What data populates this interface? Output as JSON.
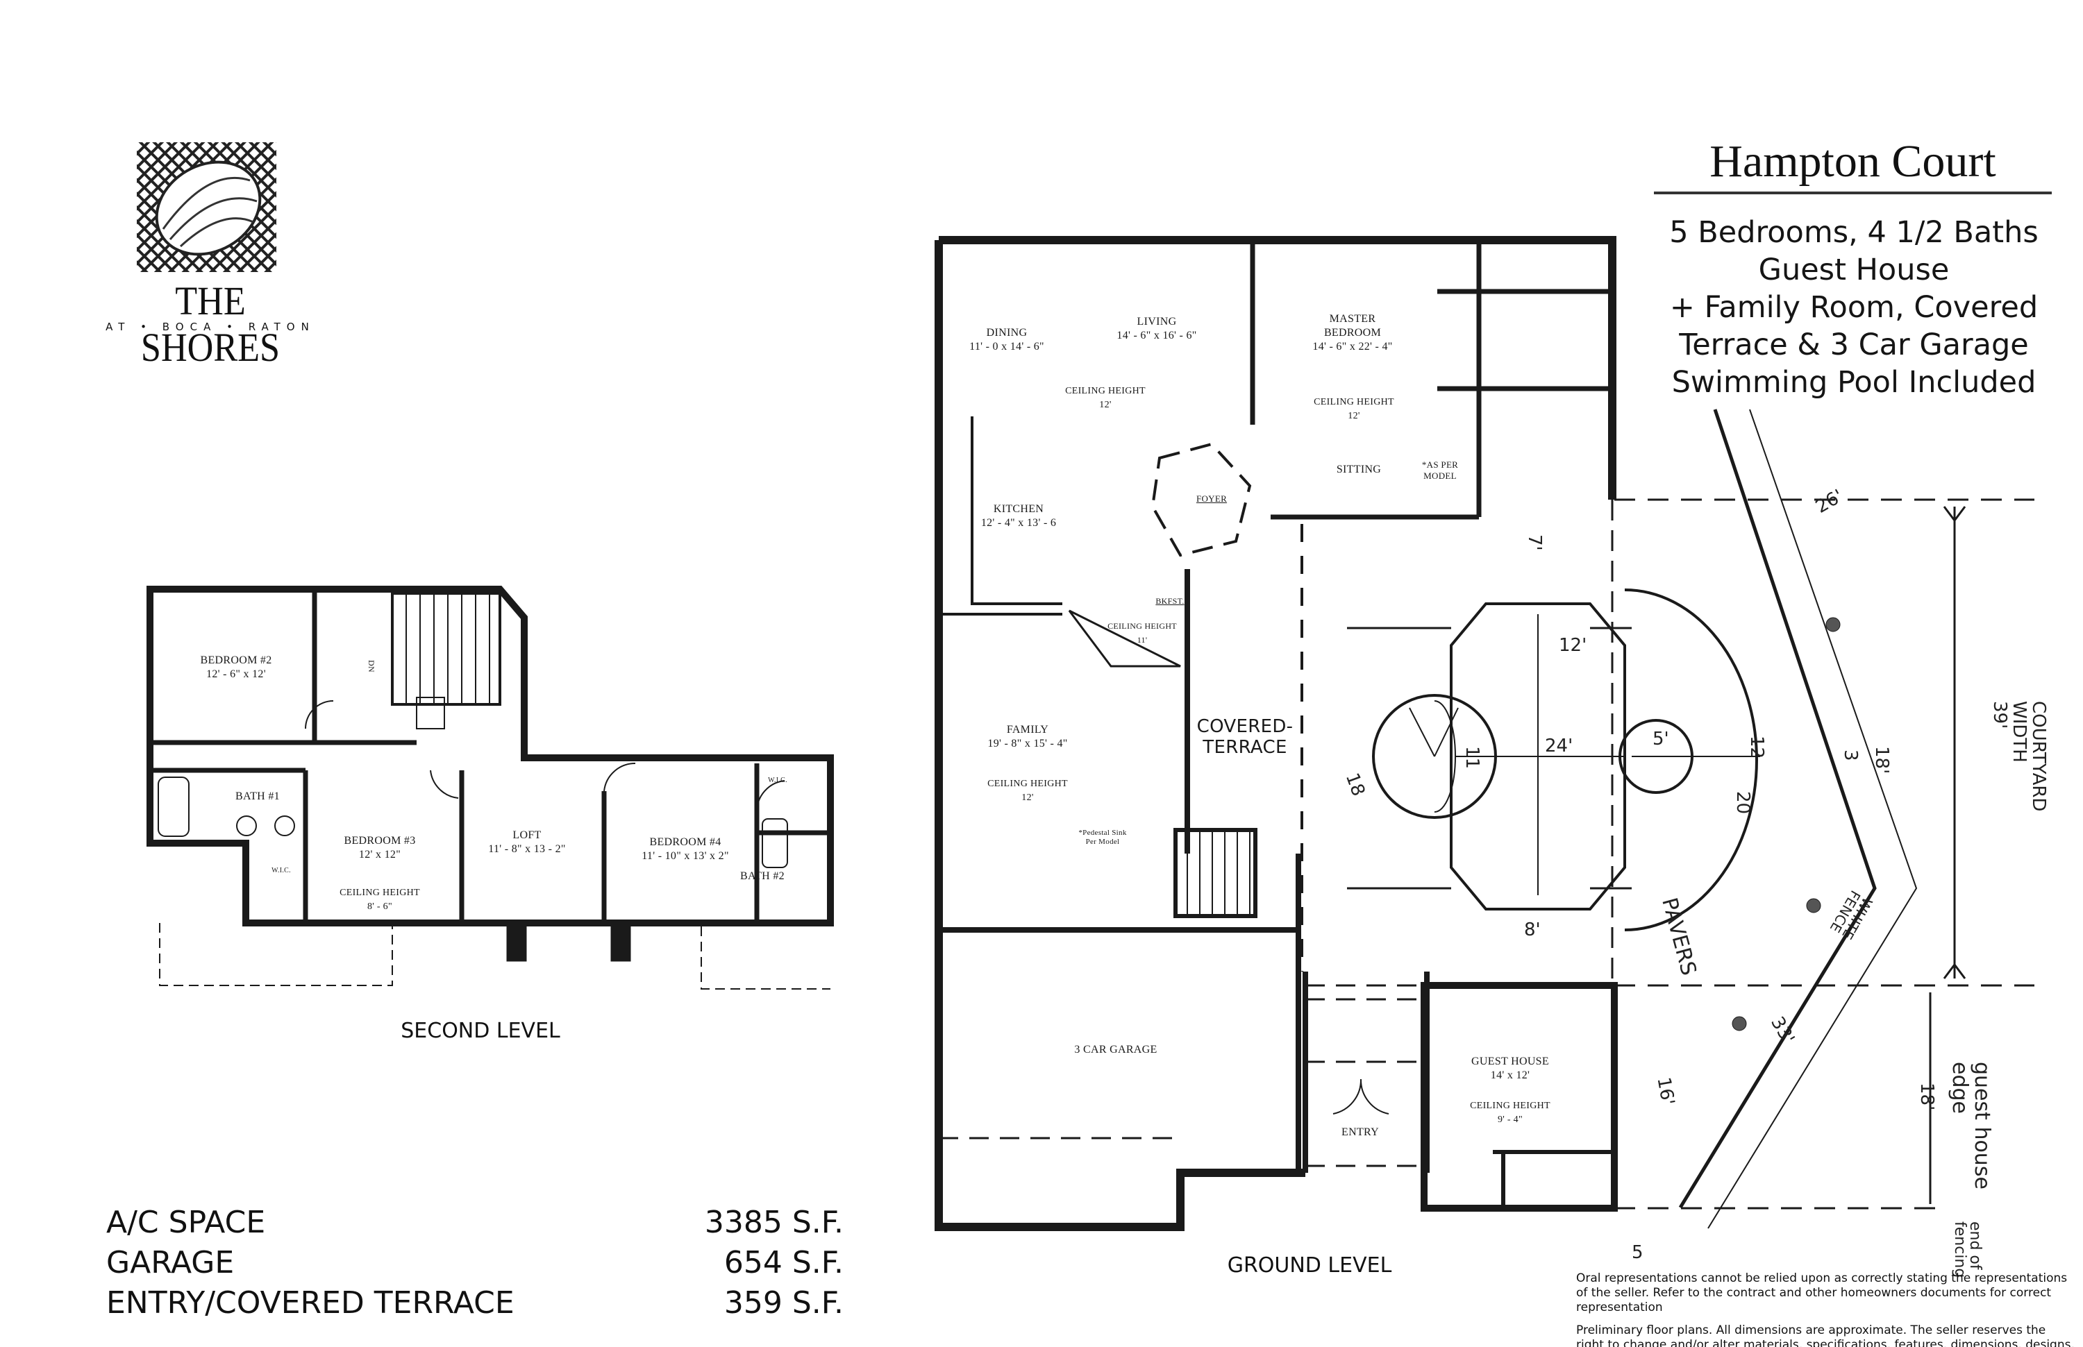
{
  "logo": {
    "name": "THE SHORES",
    "subtitle": "AT • BOCA • RATON"
  },
  "header": {
    "title": "Hampton Court",
    "features": [
      "5 Bedrooms, 4 1/2 Baths",
      "Guest House",
      "+ Family Room, Covered",
      "Terrace & 3 Car Garage",
      "Swimming Pool Included"
    ]
  },
  "levels": {
    "second": "SECOND LEVEL",
    "ground": "GROUND LEVEL"
  },
  "second_level_rooms": {
    "bedroom2": {
      "name": "BEDROOM #2",
      "size": "12' - 6\" x 12'"
    },
    "bath1": {
      "name": "BATH #1"
    },
    "bedroom3": {
      "name": "BEDROOM #3",
      "size": "12' x 12\"",
      "ceiling_label": "CEILING HEIGHT",
      "ceiling": "8' - 6\""
    },
    "loft": {
      "name": "LOFT",
      "size": "11' - 8\" x 13 - 2\""
    },
    "bedroom4": {
      "name": "BEDROOM #4",
      "size": "11' - 10\" x 13' x 2\""
    },
    "bath2": {
      "name": "BATH #2"
    },
    "wic": "W.I.C.",
    "dn": "DN"
  },
  "ground_level_rooms": {
    "dining": {
      "name": "DINING",
      "size": "11' - 0 x 14' - 6\""
    },
    "living": {
      "name": "LIVING",
      "size": "14' - 6\" x 16' - 6\"",
      "ceiling_label": "CEILING HEIGHT",
      "ceiling": "12'"
    },
    "master": {
      "name1": "MASTER",
      "name2": "BEDROOM",
      "size": "14' - 6\" x 22' - 4\"",
      "ceiling_label": "CEILING HEIGHT",
      "ceiling": "12'"
    },
    "sitting": {
      "name": "SITTING"
    },
    "as_per_model": {
      "line1": "*AS PER",
      "line2": "MODEL"
    },
    "foyer": {
      "name": "FOYER"
    },
    "kitchen": {
      "name": "KITCHEN",
      "size": "12' - 4\" x 13' - 6"
    },
    "bkfst": {
      "name": "BKFST.",
      "ceiling_label": "CEILING HEIGHT",
      "ceiling": "11'"
    },
    "family": {
      "name": "FAMILY",
      "size": "19' - 8\" x 15' - 4\"",
      "ceiling_label": "CEILING HEIGHT",
      "ceiling": "12'"
    },
    "covered_terrace": {
      "line1": "COVERED-",
      "line2": "TERRACE"
    },
    "pedestal": {
      "line1": "*Pedestal Sink",
      "line2": "Per Model"
    },
    "garage": {
      "name": "3 CAR GARAGE"
    },
    "entry": {
      "name": "ENTRY"
    },
    "guest_house": {
      "name": "GUEST HOUSE",
      "size": "14' x 12'",
      "ceiling_label": "CEILING HEIGHT",
      "ceiling": "9' - 4\""
    }
  },
  "annotations": {
    "courtyard1": "COURTYARD",
    "courtyard2": "WIDTH",
    "courtyard_dim": "39'",
    "guest_edge1": "guest house",
    "guest_edge2": "edge",
    "dim_18a": "18'",
    "dim_18b": "18'",
    "end_fence1": "end of",
    "end_fence2": "fencing",
    "pavers": "PAVERS",
    "white_fence1": "WHITE",
    "white_fence2": "FENCE",
    "d12": "12'",
    "d24": "24'",
    "d18": "18",
    "d8": "8'",
    "d5": "5'",
    "d12b": "12",
    "d20": "20",
    "d3": "3",
    "d33": "33'",
    "d16": "16'",
    "d26": "26'",
    "d5b": "5",
    "d7": "7'",
    "d11": "11"
  },
  "areas": [
    {
      "label": "A/C SPACE",
      "value": "3385 S.F."
    },
    {
      "label": "GARAGE",
      "value": "654 S.F."
    },
    {
      "label": "ENTRY/COVERED TERRACE",
      "value": "359 S.F."
    }
  ],
  "disclaimer": {
    "p1": "Oral representations cannot be relied upon as correctly stating the representations of the seller.  Refer to the contract and other homeowners documents for correct representation",
    "p2": "Preliminary floor plans.  All dimensions are approximate.  The seller reserves the right to change and/or alter materials, specifications, features, dimensions, designs, landscaping"
  }
}
